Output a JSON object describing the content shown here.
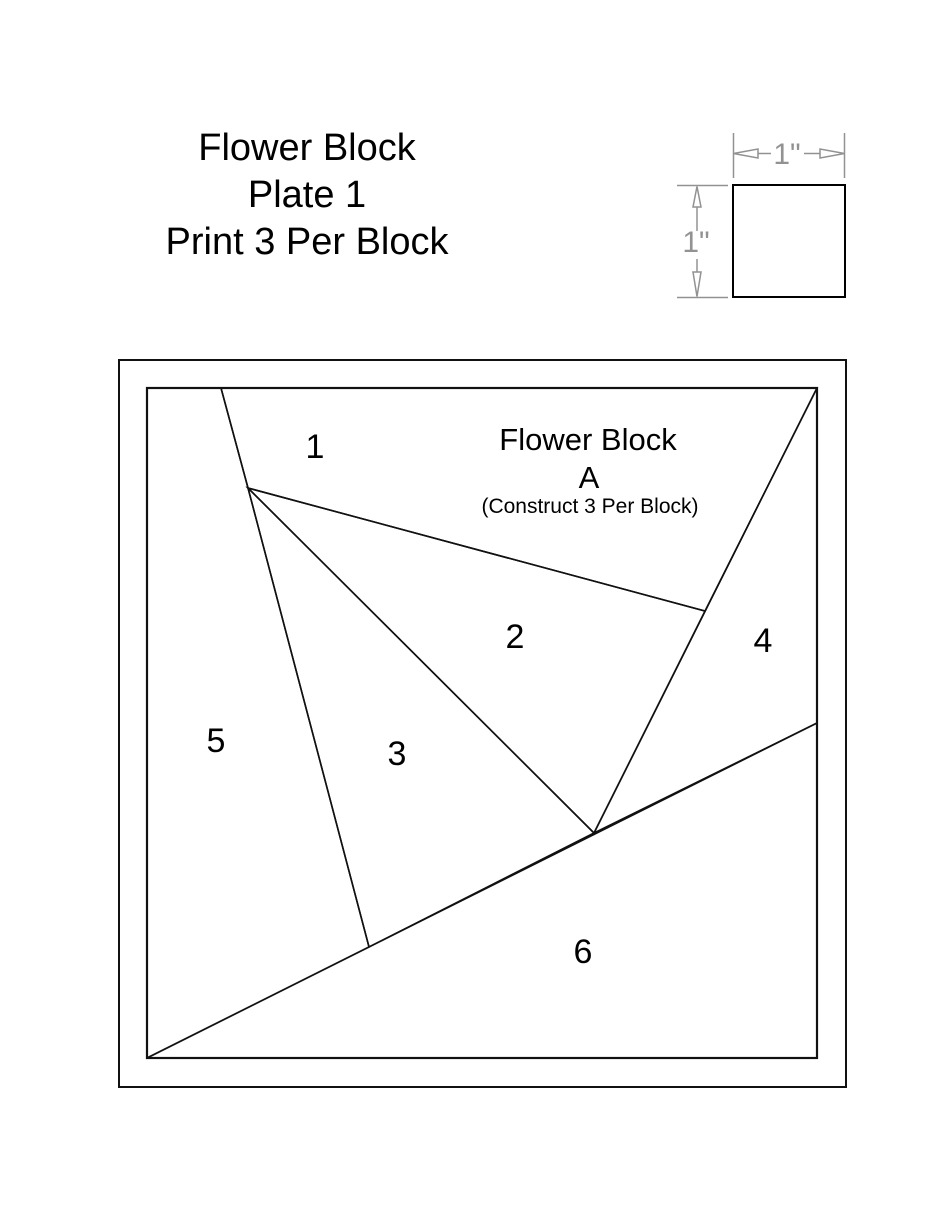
{
  "title": {
    "line1": "Flower Block",
    "line2": "Plate 1",
    "line3": "Print 3 Per Block"
  },
  "scale_reference": {
    "width_label": "1\"",
    "height_label": "1\""
  },
  "block": {
    "heading": "Flower Block",
    "variant": "A",
    "note": "(Construct 3 Per Block)",
    "pieces": [
      {
        "number": "1",
        "fabric": "blue-diagonal-hatch"
      },
      {
        "number": "2",
        "fabric": "pink-crosshatch"
      },
      {
        "number": "3",
        "fabric": "magenta-weave-hatch"
      },
      {
        "number": "4",
        "fabric": "magenta-weave-hatch"
      },
      {
        "number": "5",
        "fabric": "blue-diagonal-hatch"
      },
      {
        "number": "6",
        "fabric": "pink-crosshatch-light"
      }
    ]
  },
  "colors": {
    "blue_hatch": "#6FCFF2",
    "pink_hatch": "#F47D97",
    "pink_hatch_light": "#F58CA2",
    "magenta_hatch": "#F2098E",
    "dimension_gray": "#929292",
    "outline_black": "#111111"
  }
}
